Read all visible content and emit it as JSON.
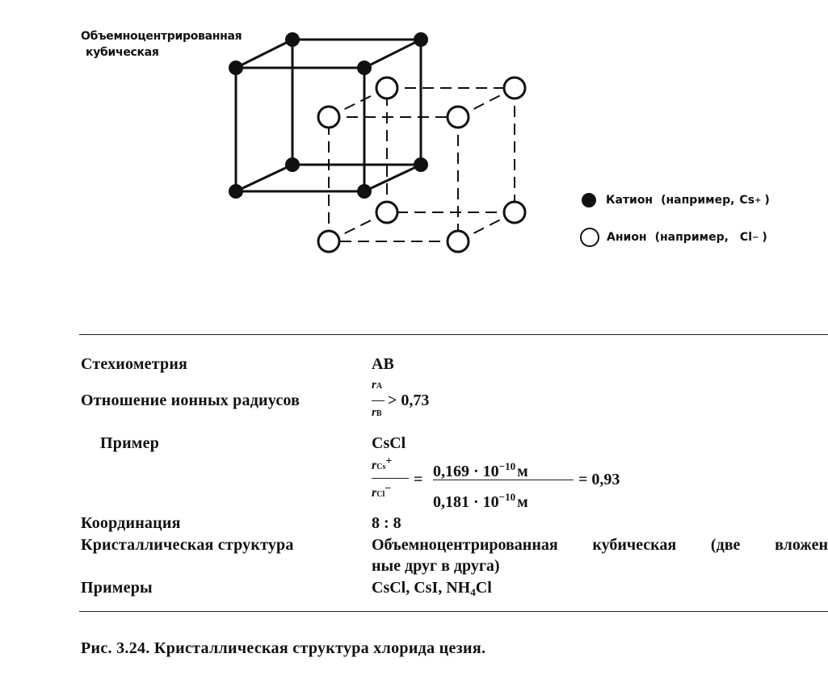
{
  "diagram": {
    "structure_label_line1": "Объемноцентрированная",
    "structure_label_line2": "кубическая",
    "legend": {
      "cation": {
        "label": "Катион",
        "example_prefix": "(например,",
        "ion": "Cs",
        "ion_charge": "+",
        "close": ")"
      },
      "anion": {
        "label": "Анион",
        "example_prefix": "(например,",
        "ion": "Cl",
        "ion_charge": "−",
        "close": ")"
      }
    },
    "colors": {
      "line": "#111111",
      "cation_fill": "#111111",
      "anion_fill": "#ffffff"
    }
  },
  "table": {
    "stoichiometry": {
      "label": "Стехиометрия",
      "value": "AB"
    },
    "radius_ratio": {
      "label": "Отношение ионных радиусов",
      "num": "r",
      "num_sub": "A",
      "den": "r",
      "den_sub": "B",
      "relation": "> 0,73"
    },
    "example": {
      "label": "Пример",
      "value": "CsCl",
      "ratio": {
        "lhs_num": "r",
        "lhs_num_sub": "Cs",
        "lhs_num_sup": "+",
        "lhs_den": "r",
        "lhs_den_sub": "Cl",
        "lhs_den_sup": "−",
        "eq": "=",
        "rhs_num_main": "0,169 · 10",
        "rhs_num_exp": "−10",
        "rhs_num_unit": "м",
        "rhs_den_main": "0,181 · 10",
        "rhs_den_exp": "−10",
        "rhs_den_unit": "м",
        "result": "= 0,93"
      }
    },
    "coordination": {
      "label": "Координация",
      "value": "8 : 8"
    },
    "crystal_structure": {
      "label": "Кристаллическая структура",
      "line1_words": [
        "Объемноцентрированная",
        "кубическая",
        "(две",
        "вложен"
      ],
      "line2": "ные друг в друга)"
    },
    "examples": {
      "label": "Примеры",
      "value_a": "CsCl, CsI, NH",
      "value_sub": "4",
      "value_b": "Cl"
    }
  },
  "figure_caption": "Рис. 3.24. Кристаллическая структура хлорида цезия."
}
